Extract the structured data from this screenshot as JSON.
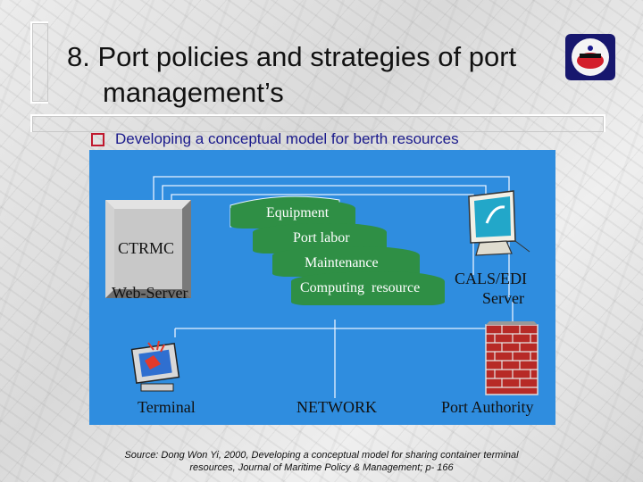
{
  "slide": {
    "title_line1": "8. Port policies and strategies of port",
    "title_line2": "management’s",
    "bullet": "Developing a conceptual model for berth resources",
    "source_line1": "Source: Dong Won Yi, 2000, Developing a conceptual model for sharing container terminal",
    "source_line2": "resources, Journal of Maritime Policy & Management; p- 166"
  },
  "diagram": {
    "ctrmc": "CTRMC",
    "web_server": "Web-Server",
    "layers": [
      "Equipment",
      "Port labor",
      "Maintenance",
      "Computing  resource"
    ],
    "cals_line1": "CALS/EDI",
    "cals_line2": "Server",
    "terminal": "Terminal",
    "network": "NETWORK",
    "port_authority": "Port Authority"
  },
  "colors": {
    "diagram_bg": "#2f8ddf",
    "layer_fill": "#2f8f45",
    "bullet_text": "#1a1a8c",
    "bullet_box": "#c0182e"
  }
}
